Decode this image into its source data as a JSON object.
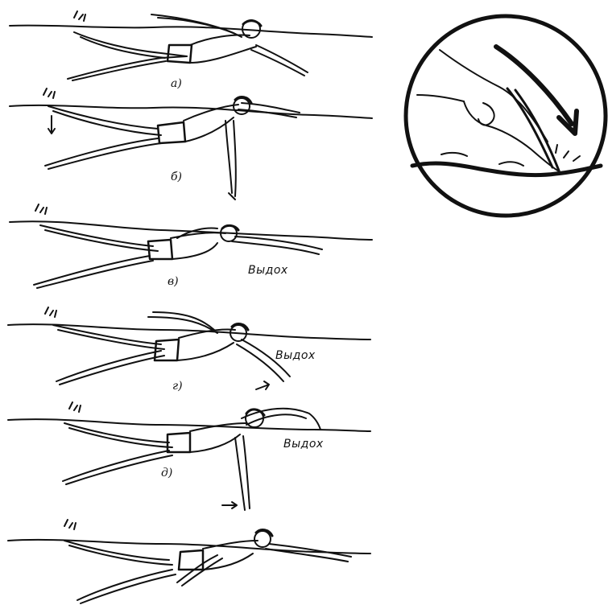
{
  "figure": {
    "phase_labels": [
      "а)",
      "б)",
      "в)",
      "г)",
      "д)"
    ],
    "annotations": {
      "exhale_v": "Выдох",
      "exhale_g": "Выдох",
      "exhale_d": "Выдох"
    }
  },
  "colors": {
    "ink": "#111111",
    "background": "#ffffff"
  },
  "icons": {
    "direction": "arrow-icon",
    "splash": "splash-icon"
  }
}
